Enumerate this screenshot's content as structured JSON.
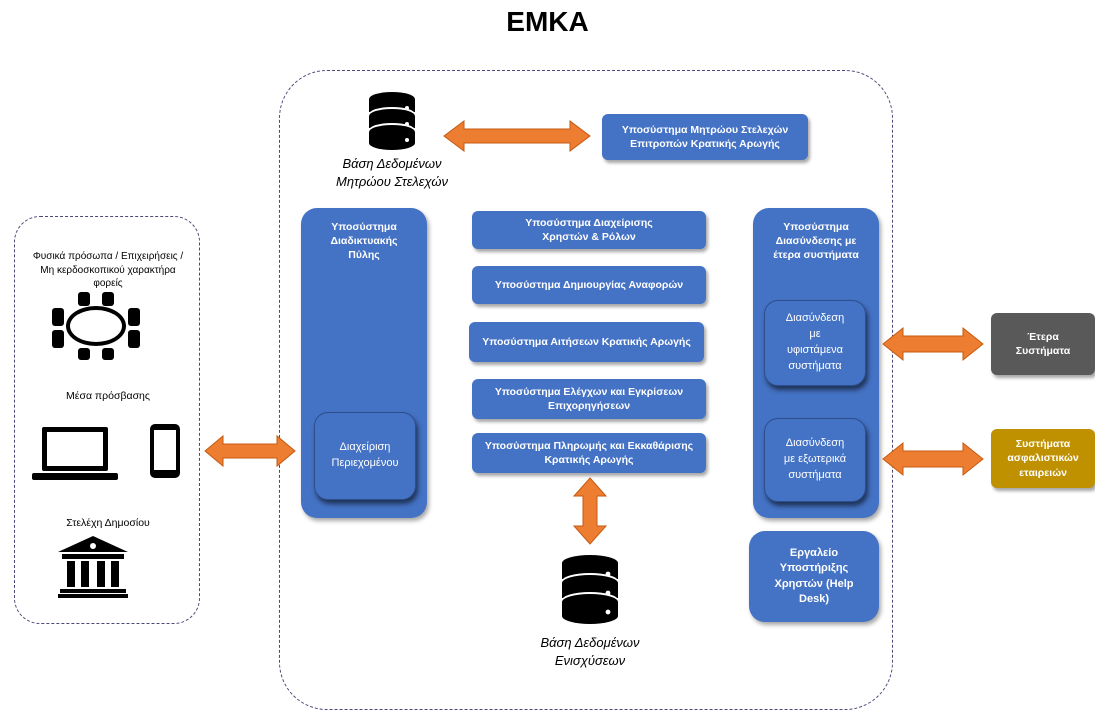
{
  "title": "ΕΜΚΑ",
  "db_top": {
    "label": "Βάση Δεδομένων\nΜητρώου Στελεχών",
    "icon": "database-icon"
  },
  "db_bottom": {
    "label": "Βάση Δεδομένων\nΕνισχύσεων",
    "icon": "database-icon"
  },
  "registry_subsystem": "Υποσύστημα Μητρώου Στελεχών\nΕπιτροπών Κρατικής Αρωγής",
  "portal": {
    "title": "Υποσύστημα\nΔιαδικτυακής\nΠύλης",
    "content_mgmt": "Διαχείριση\nΠεριεχομένου"
  },
  "center_subsystems": [
    "Υποσύστημα Διαχείρισης\nΧρηστών & Ρόλων",
    "Υποσύστημα Δημιουργίας Αναφορών",
    "Υποσύστημα Αιτήσεων Κρατικής Αρωγής",
    "Υποσύστημα Ελέγχων και Εγκρίσεων\nΕπιχορηγήσεων",
    "Υποσύστημα Πληρωμής και Εκκαθάρισης\nΚρατικής Αρωγής"
  ],
  "interconnect": {
    "title": "Υποσύστημα\nΔιασύνδεσης με\nέτερα συστήματα",
    "existing": "Διασύνδεση\nμε\nυφιστάμενα\nσυστήματα",
    "external": "Διασύνδεση\nμε εξωτερικά\nσυστήματα"
  },
  "helpdesk": "Εργαλείο\nΥποστήριξης\nΧρηστών (Help\nDesk)",
  "external_systems": {
    "other": {
      "label": "Έτερα\nΣυστήματα",
      "color": "#595959"
    },
    "insurance": {
      "label": "Συστήματα\nασφαλιστικών\nεταιρειών",
      "color": "#bf9000"
    }
  },
  "users": {
    "entities": "Φυσικά πρόσωπα / Επιχειρήσεις /\nΜη κερδοσκοπικού χαρακτήρα\nφορείς",
    "access": "Μέσα πρόσβασης",
    "public_staff": "Στελέχη Δημοσίου",
    "icons": [
      "meeting-table-icon",
      "laptop-icon",
      "smartphone-icon",
      "government-building-icon"
    ]
  },
  "colors": {
    "blue": "#4472c4",
    "arrow": "#ed7d31"
  }
}
